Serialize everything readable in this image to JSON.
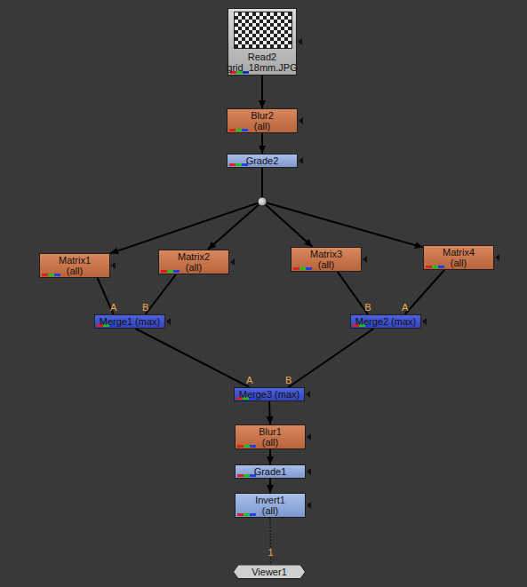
{
  "diagram": {
    "nodes": [
      {
        "text": [
          "Read2",
          "grid_18mm.JPG"
        ]
      },
      {
        "text": [
          "Blur2",
          "(all)"
        ]
      },
      {
        "text": [
          "Grade2"
        ]
      },
      {
        "text": [
          "Matrix1",
          "(all)"
        ]
      },
      {
        "text": [
          "Matrix2",
          "(all)"
        ]
      },
      {
        "text": [
          "Matrix3",
          "(all)"
        ]
      },
      {
        "text": [
          "Matrix4",
          "(all)"
        ]
      },
      {
        "text": [
          "Merge1 (max)"
        ]
      },
      {
        "text": [
          "Merge2 (max)"
        ]
      },
      {
        "text": [
          "Merge3 (max)"
        ]
      },
      {
        "text": [
          "Blur1",
          "(all)"
        ]
      },
      {
        "text": [
          "Grade1"
        ]
      },
      {
        "text": [
          "Invert1",
          "(all)"
        ]
      },
      {
        "text": [
          "Viewer1"
        ]
      }
    ],
    "edges": [
      {
        "from": 0,
        "to": 1,
        "arrow": "to"
      },
      {
        "from": 1,
        "to": 2,
        "arrow": "to"
      },
      {
        "from": 2,
        "to": 3,
        "arrow": "to"
      },
      {
        "from": 2,
        "to": 4,
        "arrow": "to"
      },
      {
        "from": 2,
        "to": 5,
        "arrow": "to"
      },
      {
        "from": 2,
        "to": 6,
        "arrow": "to"
      },
      {
        "from": 3,
        "to": 7,
        "label": "A",
        "arrow": "none"
      },
      {
        "from": 4,
        "to": 7,
        "label": "B",
        "arrow": "none"
      },
      {
        "from": 5,
        "to": 8,
        "label": "B",
        "arrow": "none"
      },
      {
        "from": 6,
        "to": 8,
        "label": "A",
        "arrow": "none"
      },
      {
        "from": 7,
        "to": 9,
        "label": "A",
        "arrow": "none"
      },
      {
        "from": 8,
        "to": 9,
        "label": "B",
        "arrow": "none"
      },
      {
        "from": 9,
        "to": 10,
        "arrow": "to"
      },
      {
        "from": 10,
        "to": 11,
        "arrow": "to"
      },
      {
        "from": 11,
        "to": 12,
        "arrow": "to"
      },
      {
        "from": 12,
        "to": 13,
        "label": "1",
        "arrow": "none"
      }
    ]
  }
}
